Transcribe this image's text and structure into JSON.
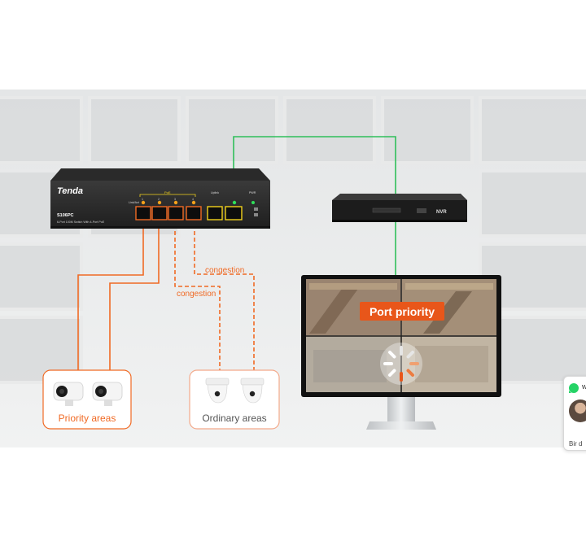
{
  "switch": {
    "brand": "Tenda",
    "model": "S106PC",
    "description": "6-Port 100M Switch With 4-Port PoE",
    "label_poe": "PoE",
    "label_linkact": "Link/Act",
    "label_uplink": "Uplink",
    "label_power": "PWR",
    "port_numbers": [
      "1",
      "2",
      "3",
      "4"
    ]
  },
  "nvr": {
    "label": "NVR"
  },
  "monitor": {
    "banner": "Port priority"
  },
  "links": {
    "congestion_a": "congestion",
    "congestion_b": "congestion"
  },
  "groups": {
    "priority": "Priority areas",
    "ordinary": "Ordinary areas"
  },
  "colors": {
    "accent_orange": "#f06a24",
    "link_green": "#2fbf5a",
    "uplink_yellow": "#f2d21c"
  },
  "chat_widget": {
    "title_fragment": "w",
    "message_fragment": "Bir d"
  }
}
